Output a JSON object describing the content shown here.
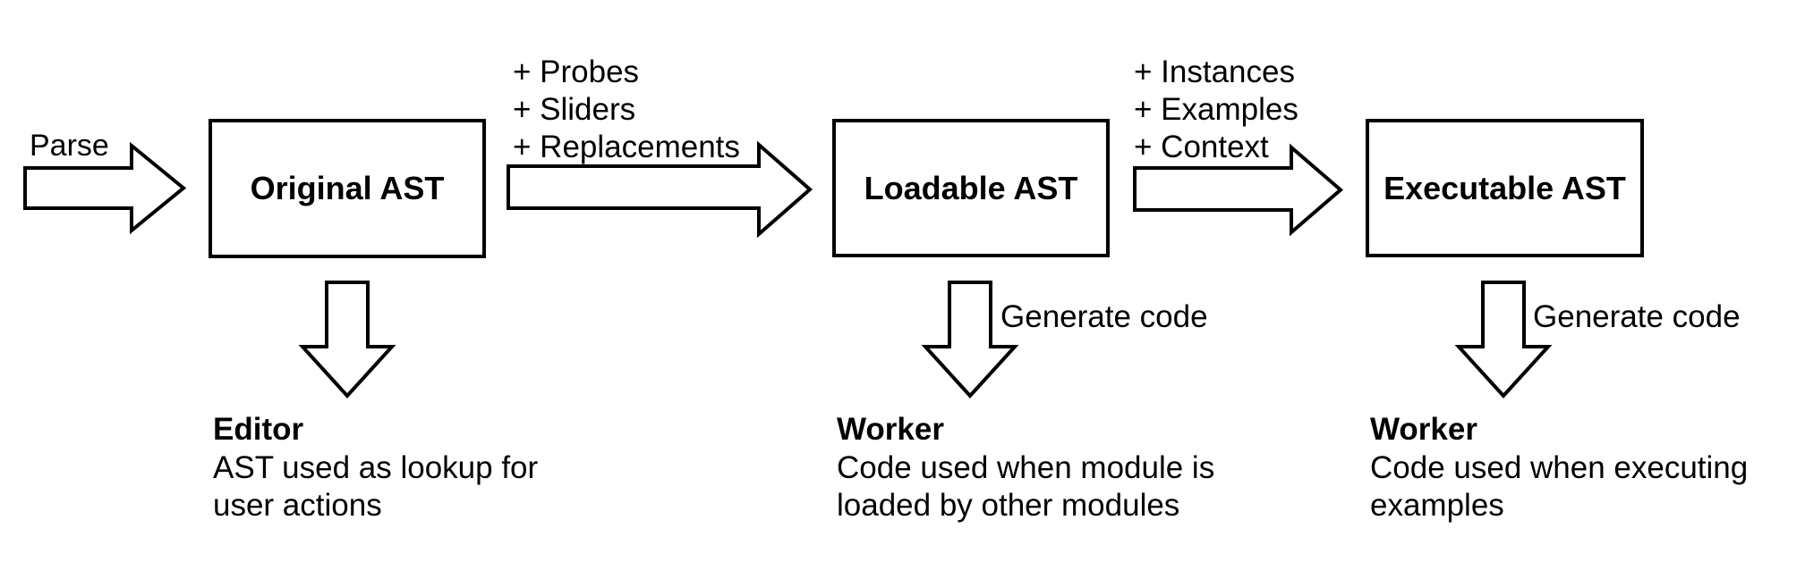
{
  "colors": {
    "background": "#ffffff",
    "line": "#000000",
    "text": "#000000"
  },
  "pipeline": {
    "input_label": "Parse",
    "stages": [
      {
        "name": "Original AST"
      },
      {
        "name": "Loadable AST"
      },
      {
        "name": "Executable AST"
      }
    ],
    "transitions": [
      {
        "annotations": [
          "+ Probes",
          "+ Sliders",
          "+ Replacements"
        ]
      },
      {
        "annotations": [
          "+ Instances",
          "+ Examples",
          "+ Context"
        ]
      }
    ]
  },
  "consumers": [
    {
      "title": "Editor",
      "description_lines": [
        "AST used as lookup for",
        "user actions"
      ]
    },
    {
      "arrow_label": "Generate code",
      "title": "Worker",
      "description_lines": [
        "Code used when module is",
        "loaded by other modules"
      ]
    },
    {
      "arrow_label": "Generate code",
      "title": "Worker",
      "description_lines": [
        "Code used when executing",
        "examples"
      ]
    }
  ]
}
